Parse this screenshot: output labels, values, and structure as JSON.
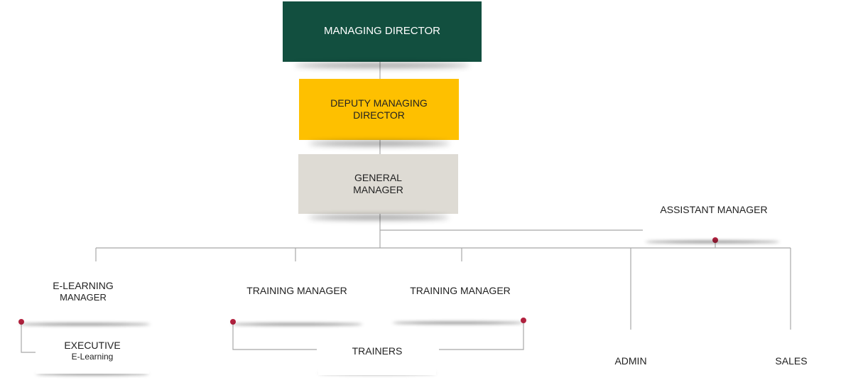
{
  "colors": {
    "managing_director": "#124f3f",
    "deputy_managing_director": "#fec000",
    "general_manager": "#dedbd4",
    "connector": "#a8a8a8",
    "node_dot": "#b3223f"
  },
  "org_chart": {
    "managing_director": "MANAGING DIRECTOR",
    "deputy_managing_director": "DEPUTY MANAGING\nDIRECTOR",
    "general_manager": "GENERAL\nMANAGER",
    "assistant_manager": "ASSISTANT MANAGER",
    "elearning_manager": {
      "line1": "E-LEARNING",
      "line2": "MANAGER"
    },
    "training_manager_1": "TRAINING MANAGER",
    "training_manager_2": "TRAINING MANAGER",
    "executive": {
      "line1": "EXECUTIVE",
      "line2": "E-Learning"
    },
    "trainers": "TRAINERS",
    "admin": "ADMIN",
    "sales": "SALES"
  }
}
